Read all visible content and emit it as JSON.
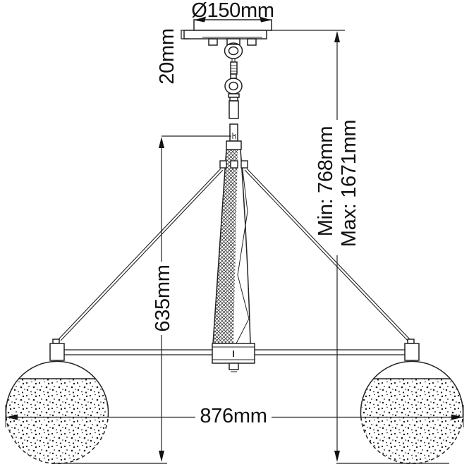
{
  "page": {
    "background": "#ffffff",
    "line_color": "#222222",
    "text_color": "#111111"
  },
  "labels": {
    "canopy_diameter": "Ø150mm",
    "canopy_height": "20mm",
    "body_height": "635mm",
    "min_drop": "Min: 768mm",
    "max_drop": "Max: 1671mm",
    "overall_width": "876mm"
  }
}
